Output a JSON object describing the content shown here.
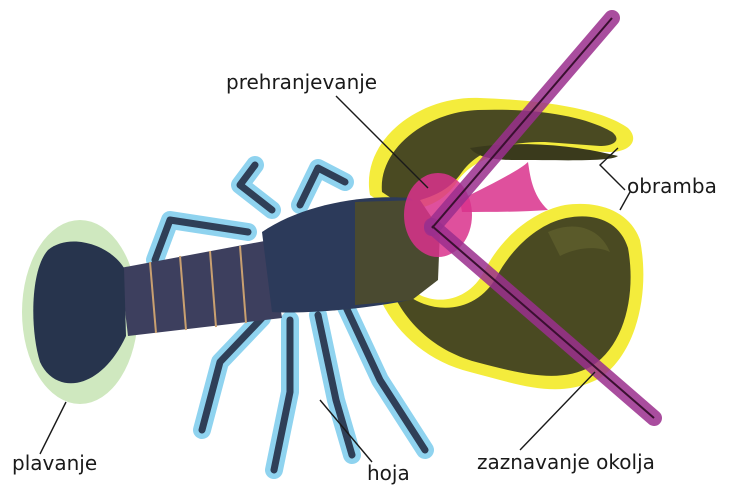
{
  "labels": {
    "feeding": "prehranjevanje",
    "defense": "obramba",
    "swimming": "plavanje",
    "walking": "hoja",
    "sensing": "zaznavanje okolja"
  },
  "colors": {
    "swimming_region": "#cfe8bf",
    "walking_region": "#8fd3ef",
    "defense_region": "#f4ec3c",
    "feeding_region": "#d9318c",
    "sensing_region": "#9b2f8e",
    "lobster_body": "#2c3a5a",
    "lobster_claw": "#4a4a22"
  }
}
